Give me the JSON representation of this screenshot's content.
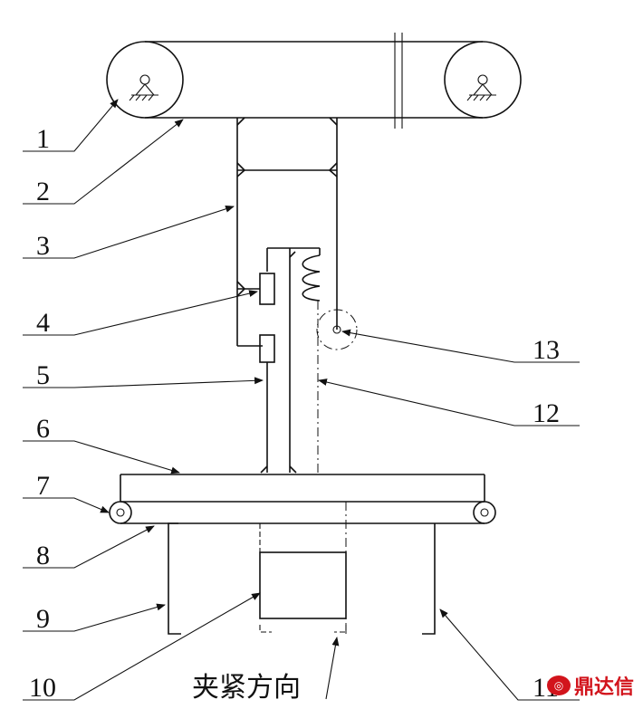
{
  "labels": [
    "1",
    "2",
    "3",
    "4",
    "5",
    "6",
    "7",
    "8",
    "9",
    "10",
    "11",
    "12",
    "13"
  ],
  "caption": "夹紧方向",
  "watermark": "鼎达信"
}
